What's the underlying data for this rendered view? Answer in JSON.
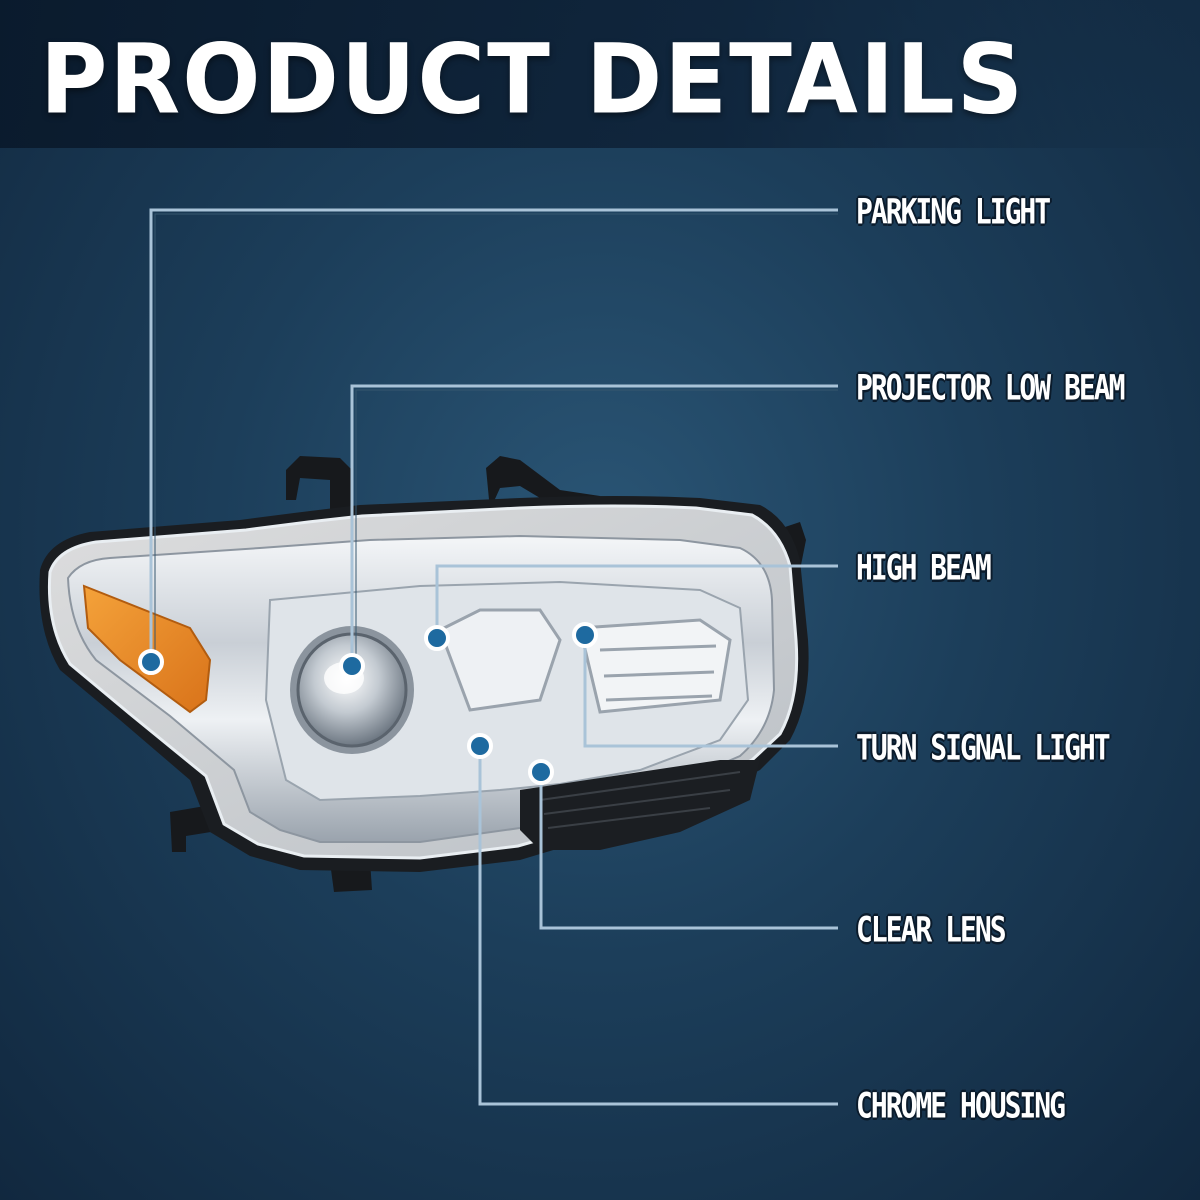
{
  "header": {
    "title": "PRODUCT DETAILS"
  },
  "callouts": [
    {
      "id": "parking-light",
      "label": "PARKING LIGHT"
    },
    {
      "id": "projector-low-beam",
      "label": "PROJECTOR LOW BEAM"
    },
    {
      "id": "high-beam",
      "label": "HIGH BEAM"
    },
    {
      "id": "turn-signal-light",
      "label": "TURN SIGNAL LIGHT"
    },
    {
      "id": "clear-lens",
      "label": "CLEAR LENS"
    },
    {
      "id": "chrome-housing",
      "label": "CHROME HOUSING"
    }
  ],
  "colors": {
    "background": "#1c3e5a",
    "callout_line": "#a9c3d8",
    "dot_fill": "#1e6aa0",
    "amber": "#e8891c"
  }
}
